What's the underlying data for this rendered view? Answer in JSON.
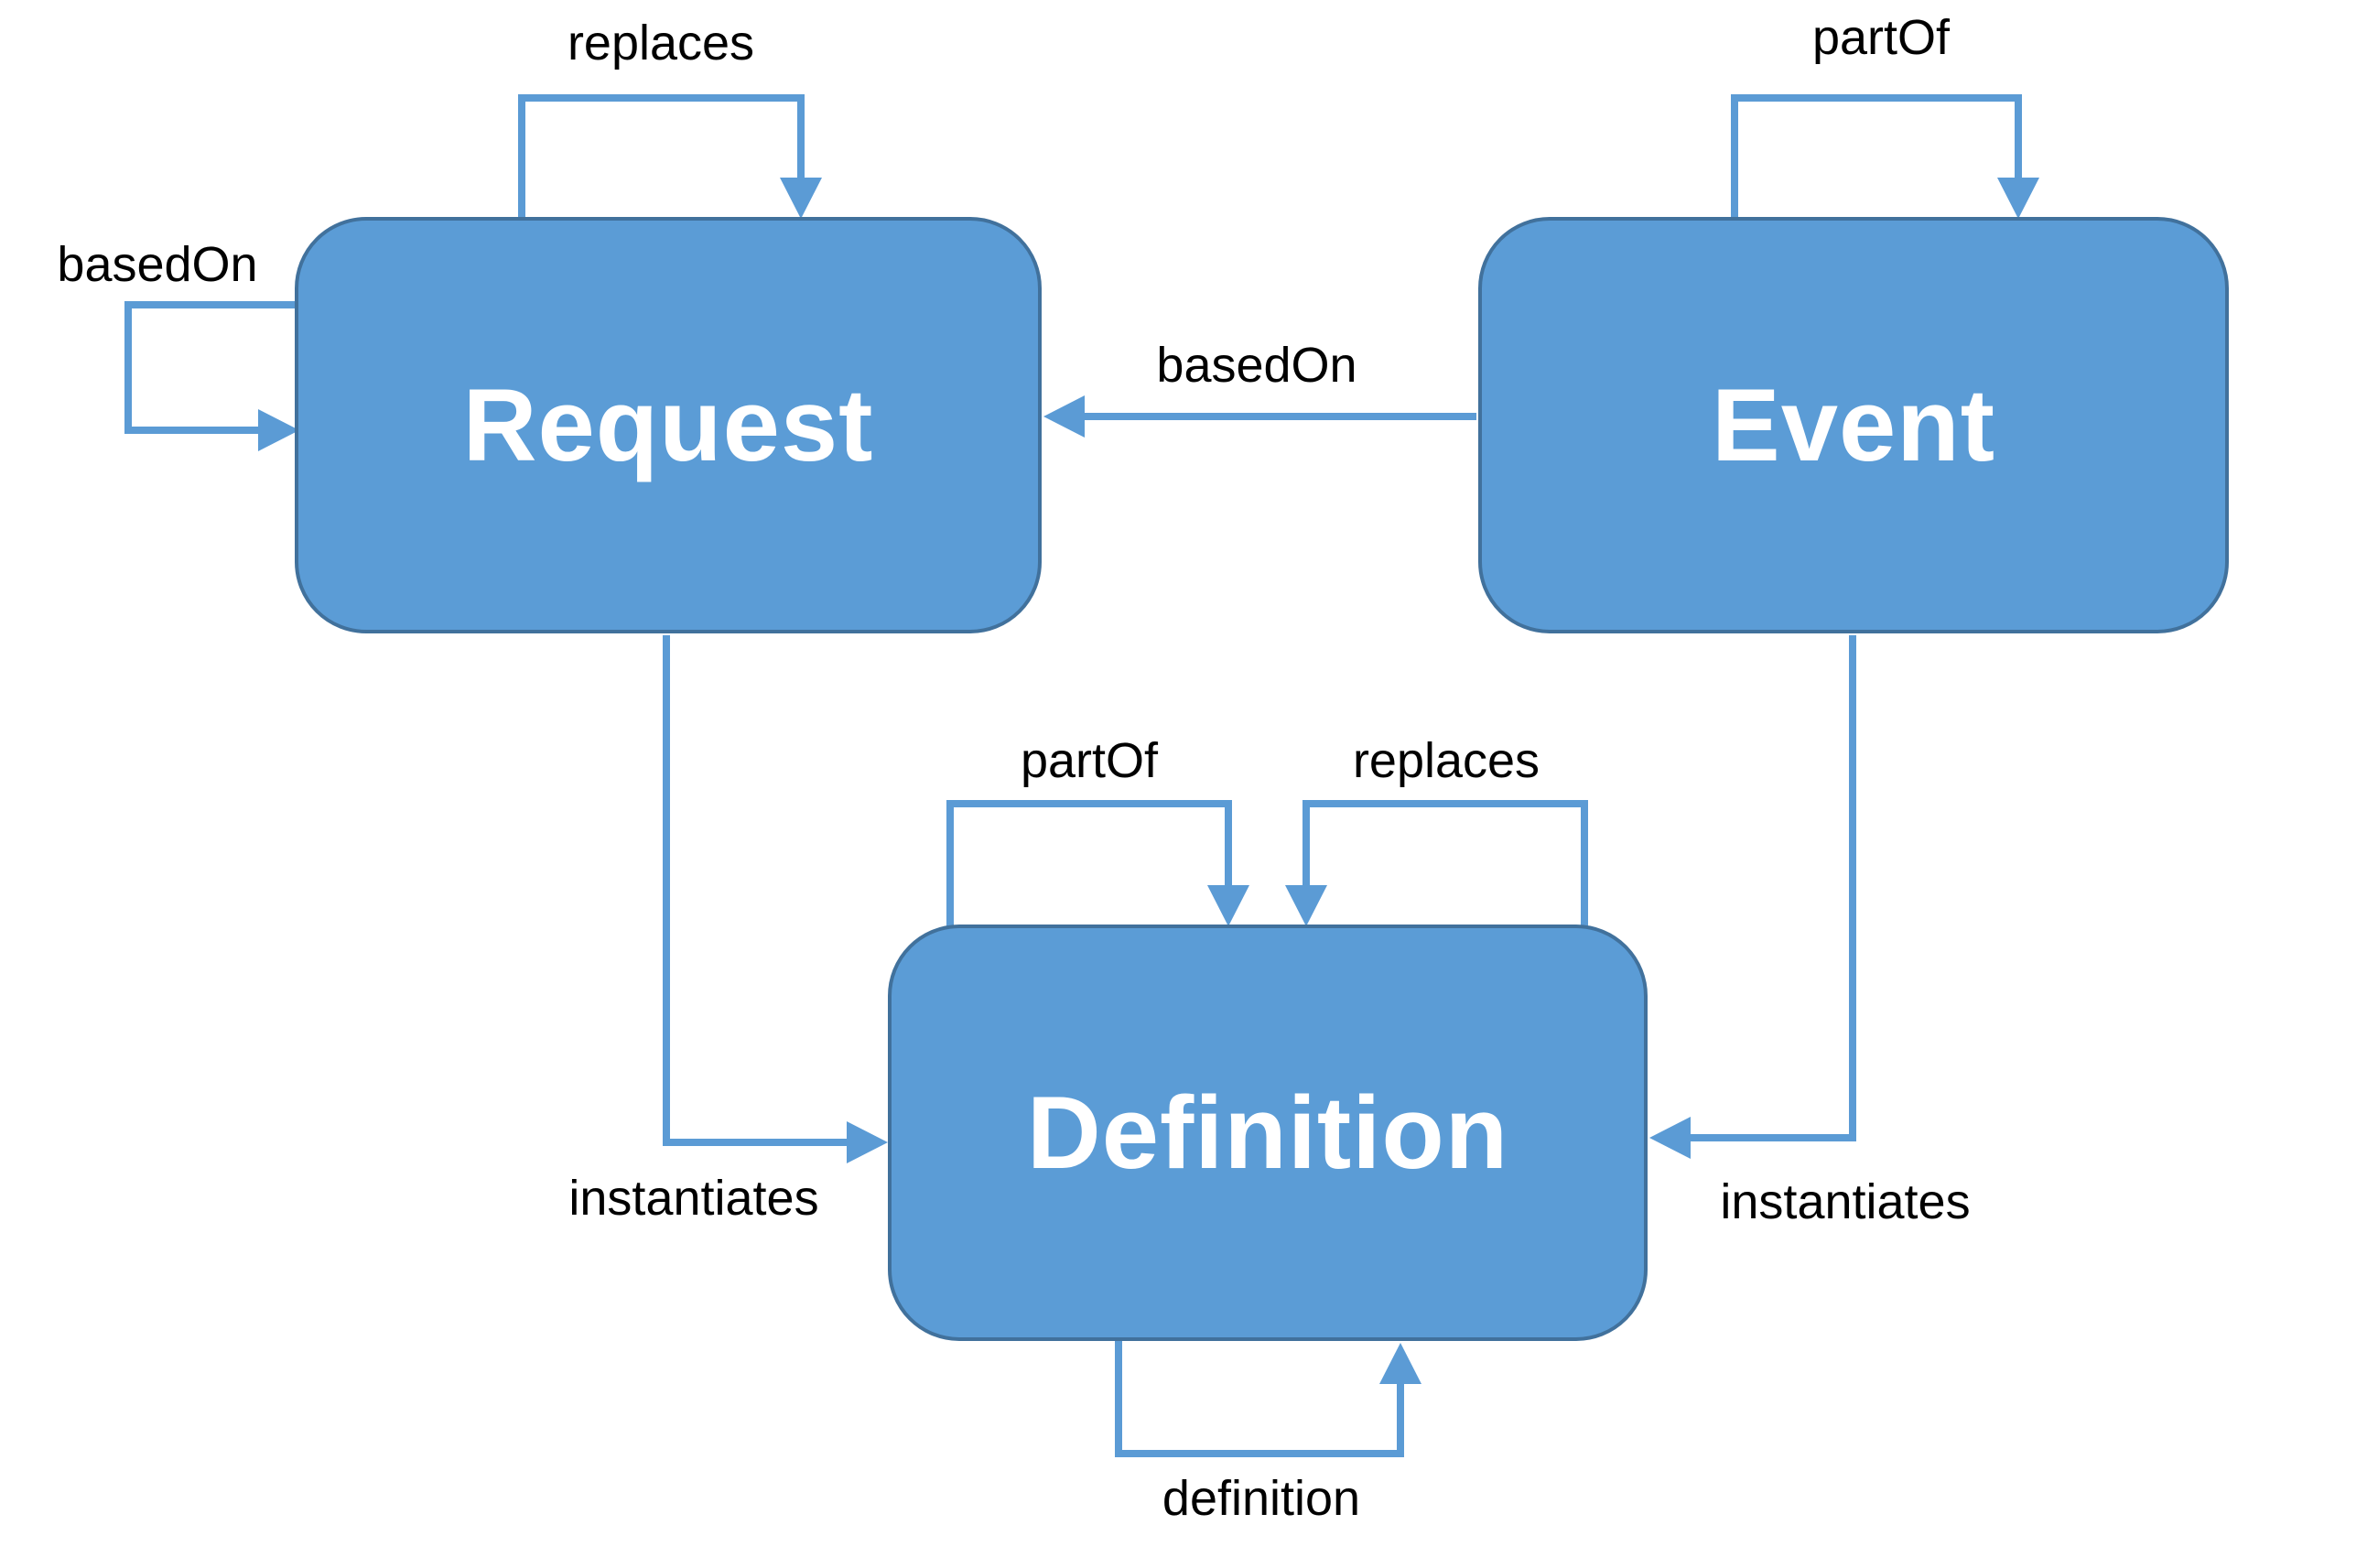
{
  "diagram": {
    "nodes": [
      {
        "id": "request",
        "label": "Request"
      },
      {
        "id": "event",
        "label": "Event"
      },
      {
        "id": "definition",
        "label": "Definition"
      }
    ],
    "edges": [
      {
        "id": "replaces-request-self",
        "from": "Request",
        "to": "Request",
        "label": "replaces"
      },
      {
        "id": "basedon-request-self",
        "from": "Request",
        "to": "Request",
        "label": "basedOn"
      },
      {
        "id": "partof-event-self",
        "from": "Event",
        "to": "Event",
        "label": "partOf"
      },
      {
        "id": "basedon-event-to-request",
        "from": "Event",
        "to": "Request",
        "label": "basedOn"
      },
      {
        "id": "instantiates-request-to-definition",
        "from": "Request",
        "to": "Definition",
        "label": "instantiates"
      },
      {
        "id": "instantiates-event-to-definition",
        "from": "Event",
        "to": "Definition",
        "label": "instantiates"
      },
      {
        "id": "partof-definition-self",
        "from": "Definition",
        "to": "Definition",
        "label": "partOf"
      },
      {
        "id": "replaces-definition-self",
        "from": "Definition",
        "to": "Definition",
        "label": "replaces"
      },
      {
        "id": "definition-definition-self",
        "from": "Definition",
        "to": "Definition",
        "label": "definition"
      }
    ],
    "colors": {
      "node_fill": "#5B9CD6",
      "node_border": "#41719C",
      "connector": "#5B9BD5",
      "node_text": "#FFFFFF",
      "label_text": "#000000",
      "background": "#FFFFFF"
    }
  }
}
